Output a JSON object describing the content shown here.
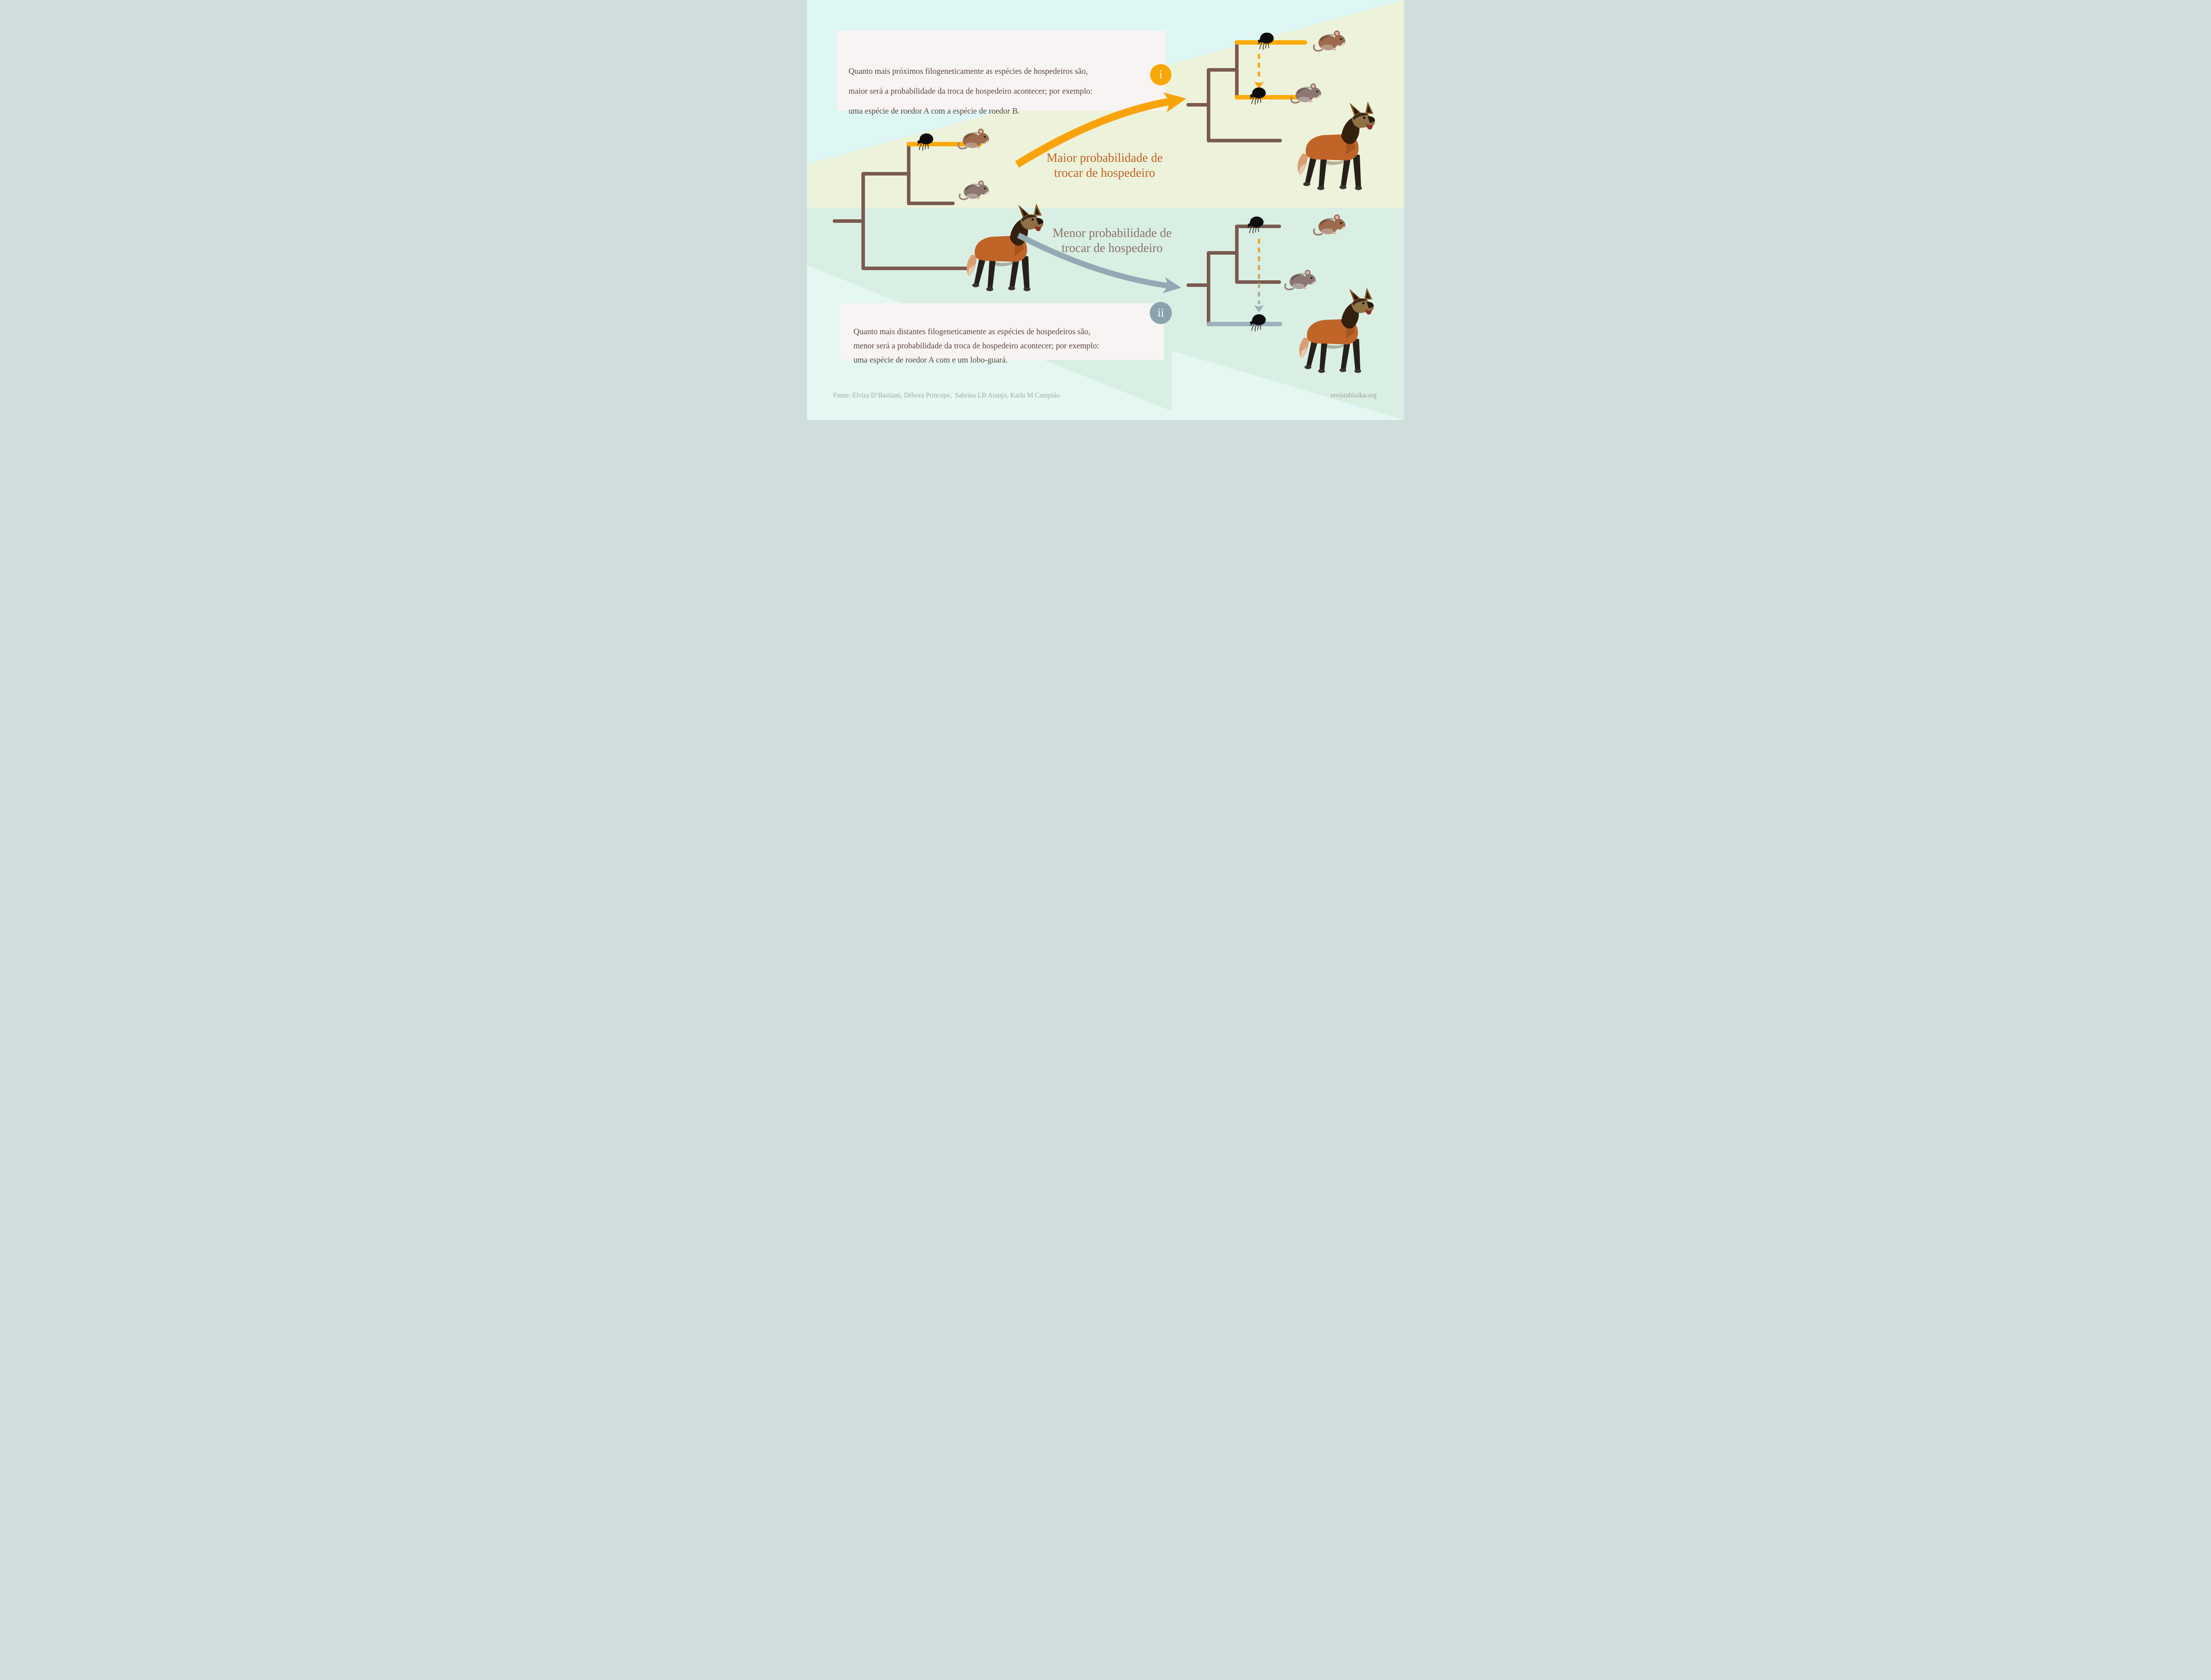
{
  "panels": {
    "i": {
      "badge": "i",
      "text": "Quanto mais próximos filogeneticamente as espécies de hospedeiros são,\nmaior será a probabilidade da troca de hospedeiro acontecer; por exemplo:\numa espécie de roedor A com a espécie de roedor B."
    },
    "ii": {
      "badge": "ii",
      "text": "Quanto mais distantes filogeneticamente as espécies de hospedeiros são,\nmenor será a probabilidade da troca de hospedeiro acontecer; por exemplo:\numa espécie de roedor A com e um lobo-guará."
    }
  },
  "labels": {
    "high_probability": "Maior probabilidade de\ntrocar de hospedeiro",
    "low_probability": "Menor probabilidade de\ntrocar de hospedeiro"
  },
  "footer": {
    "source": "Fonte: Elvira D’Bastiani, Débora Princepe,  Sabrina LB Araujo, Karla M Campião",
    "website": "revistabioika.org"
  },
  "icons": {
    "flea-icon": "black flea parasite silhouette",
    "rodent-a-icon": "brown mouse (roedor A)",
    "rodent-b-icon": "gray mouse (roedor B)",
    "maned-wolf-icon": "lobo-guará (maned wolf)",
    "high-probability-arrow-icon": "thick orange curved arrow",
    "low-probability-arrow-icon": "thick gray curved arrow",
    "host-switch-dashed-arrow-icon": "dashed arrow from flea to new host branch"
  },
  "colors": {
    "bg_cyan": "#def6f4",
    "bg_green": "#edf2da",
    "bg_mint": "#d9efe4",
    "panel_bg": "#f8f4f4",
    "panel_text": "#5a453e",
    "tree_brown": "#7b5a50",
    "branch_highlight_orange": "#fcab07",
    "branch_highlight_gray": "#9fb1bc",
    "arrow_orange": "#f9a30b",
    "arrow_gray": "#94a9b4",
    "badge_i": "#f9a707",
    "badge_ii": "#8ba3af",
    "headline_high": "#c06227",
    "headline_low": "#8d7168",
    "footer_gray": "#a5a7a7"
  }
}
